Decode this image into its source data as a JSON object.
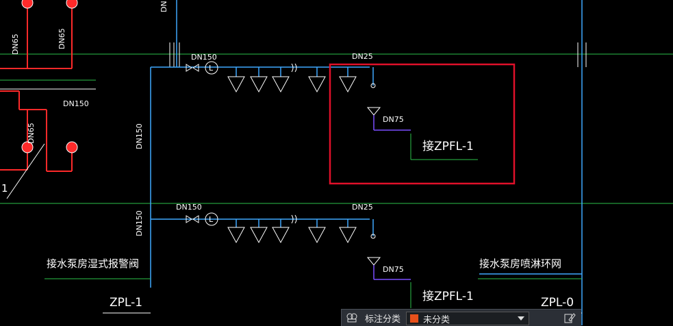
{
  "labels": {
    "dn150_top_main": "DN150",
    "dn25_top": "DN25",
    "dn150_left_top": "DN150",
    "dn65_a": "DN65",
    "dn65_b": "DN65",
    "dn65_c": "DN65",
    "dn150_vert_main": "DN150",
    "dn75_top": "DN75",
    "dn150_mid": "DN150",
    "dn25_mid": "DN25",
    "dn150_vert_low": "DN150",
    "dn75_low": "DN75",
    "dn_top_vert": "DN"
  },
  "notes": {
    "zpfl_top": "接ZPFL-1",
    "zpfl_low": "接ZPFL-1",
    "pump_alarm": "接水泵房湿式报警阀",
    "pump_ring": "接水泵房喷淋环网",
    "zpl1": "ZPL-1",
    "zpl0": "ZPL-0",
    "left_one": "1"
  },
  "toolbar": {
    "label": "标注分类",
    "selected": "未分类",
    "swatch_color": "#e8501a"
  },
  "colors": {
    "pipe_blue": "#3fa9ff",
    "grid_green": "#2cc24a",
    "red": "#ff2a2a",
    "purple": "#7a4dff",
    "white": "#ffffff",
    "highlight": "#e0102a"
  }
}
